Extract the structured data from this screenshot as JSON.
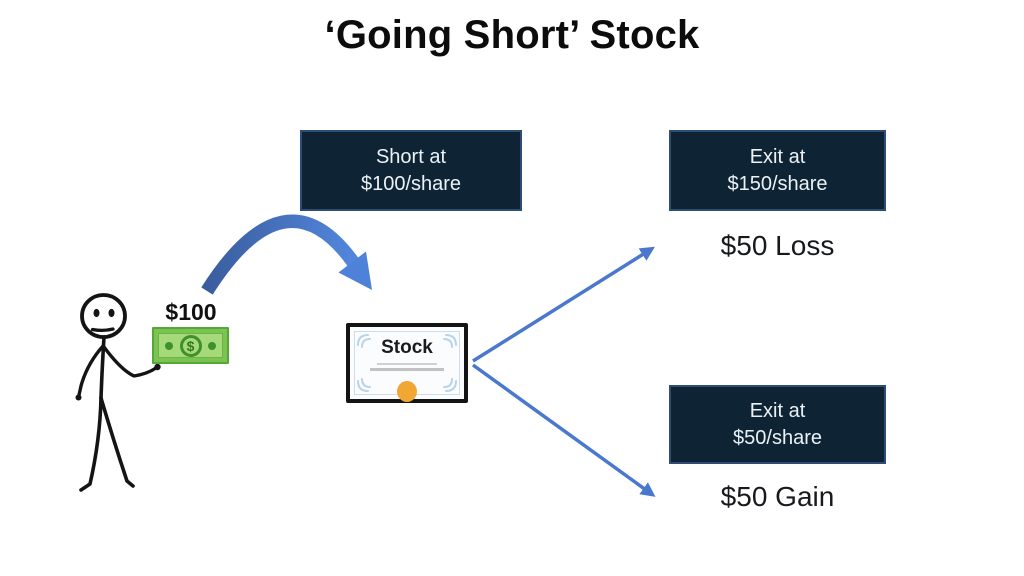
{
  "title": "‘Going Short’ Stock",
  "boxes": {
    "short": {
      "line1": "Short at",
      "line2": "$100/share"
    },
    "exit_loss": {
      "line1": "Exit at",
      "line2": "$150/share"
    },
    "exit_gain": {
      "line1": "Exit at",
      "line2": "$50/share"
    }
  },
  "outcomes": {
    "loss": "$50 Loss",
    "gain": "$50 Gain"
  },
  "money": {
    "label": "$100",
    "symbol": "$"
  },
  "certificate": {
    "label": "Stock"
  },
  "icons": {
    "stick_figure": "stick-figure-icon",
    "money_bill": "money-bill-icon",
    "stock_certificate": "stock-certificate-icon",
    "curved_arrow": "curved-arrow-icon",
    "arrow_to_loss": "straight-arrow-icon",
    "arrow_to_gain": "straight-arrow-icon"
  },
  "colors": {
    "box_bg": "#0e2434",
    "box_border": "#2d4d74",
    "box_text": "#ecf1f6",
    "straight_arrow_blue": "#4a78ce",
    "curved_arrow_start": "#3a5d9e",
    "curved_arrow_end": "#5286dc",
    "money_green": "#7cc452",
    "money_green_light": "#a6d97a",
    "money_green_dark": "#3f8f2f",
    "seal_orange": "#f0a733",
    "title_text": "#0c0c0c"
  }
}
